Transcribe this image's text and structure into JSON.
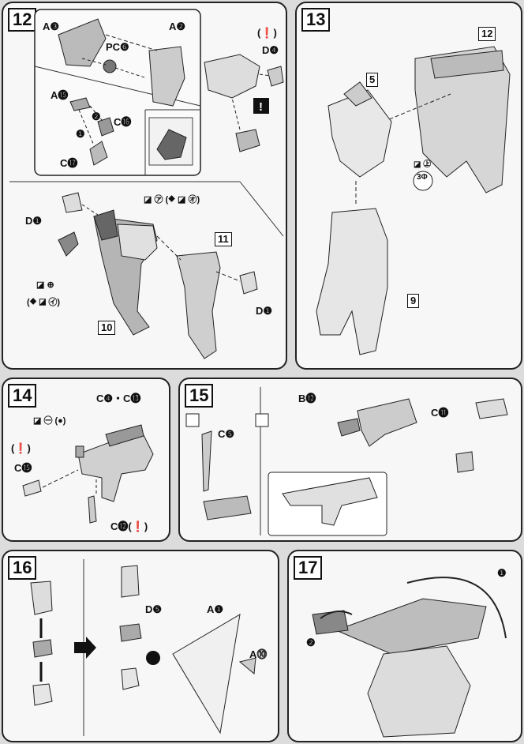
{
  "steps": {
    "s12": {
      "num": "12",
      "labels": {
        "a3": "A❸",
        "a2": "A❷",
        "pc": "PC❻",
        "a15": "A⓯",
        "c16": "C⓰",
        "c17": "C⓱",
        "d4": "D❹",
        "excl": "(❗)",
        "d1a": "D❶",
        "d1b": "D❶",
        "notes1": "◪ ㋐ (⯁ ◪ ㋔)",
        "notes2": "◪ ⊕",
        "notes3": "(⯁ ◪ ㋑)",
        "n1": "❶",
        "n2": "❷"
      },
      "boxes": {
        "b10": "10",
        "b11": "11"
      }
    },
    "s13": {
      "num": "13",
      "boxes": {
        "b12": "12",
        "b5": "5",
        "b9": "9"
      },
      "labels": {
        "mark": "◪ ㊤",
        "stamp": "3Φ"
      }
    },
    "s14": {
      "num": "14",
      "labels": {
        "c4c13": "C❹・C⓭",
        "note": "◪ ㊀ (●)",
        "excl": "(❗)",
        "c15": "C⓯",
        "c12": "C⓬(❗)"
      }
    },
    "s15": {
      "num": "15",
      "labels": {
        "b12": "B⓬",
        "c11": "C⓫",
        "c5": "C❺"
      }
    },
    "s16": {
      "num": "16",
      "labels": {
        "d5": "D❺",
        "a1": "A❶",
        "a10": "A⓾"
      }
    },
    "s17": {
      "num": "17",
      "labels": {
        "n1": "❶",
        "n2": "❷"
      }
    }
  }
}
